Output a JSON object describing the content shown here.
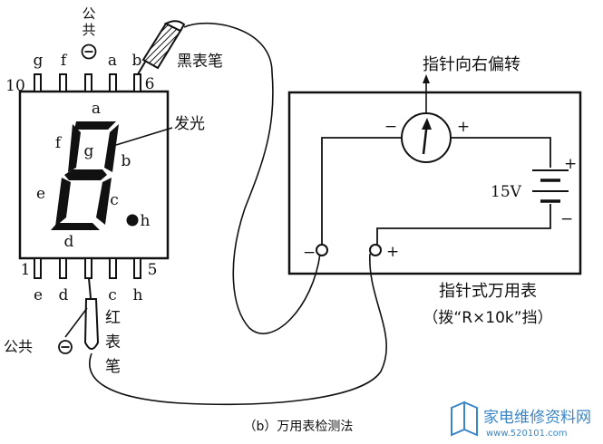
{
  "caption": "（b）万用表检测法",
  "display": {
    "top_pins": {
      "first_num": "10",
      "last_num": "6",
      "letters": [
        "g",
        "f",
        "",
        "a",
        "b"
      ]
    },
    "common_top": {
      "text": "公\n共",
      "symbol": "⊖"
    },
    "segments": {
      "a": "a",
      "b": "b",
      "c": "c",
      "d": "d",
      "e": "e",
      "f": "f",
      "g": "g",
      "h": "h"
    },
    "bottom_pins": {
      "first_num": "1",
      "last_num": "5",
      "letters": [
        "e",
        "d",
        "",
        "c",
        "h"
      ]
    },
    "common_bottom": "公共⊖"
  },
  "labels": {
    "black_probe": "黑表笔",
    "red_probe": "红\n表\n笔",
    "glow": "发光",
    "needle_right": "指针向右偏转",
    "meter_type": "指针式万用表",
    "meter_setting": "（拨“R×10k”挡）",
    "battery": "15V",
    "minus": "−",
    "plus": "+"
  },
  "watermark": {
    "title": "家电维修资料网",
    "url": "www.520101.com"
  },
  "colors": {
    "ink": "#111111",
    "watermark": "#3a86c8"
  }
}
